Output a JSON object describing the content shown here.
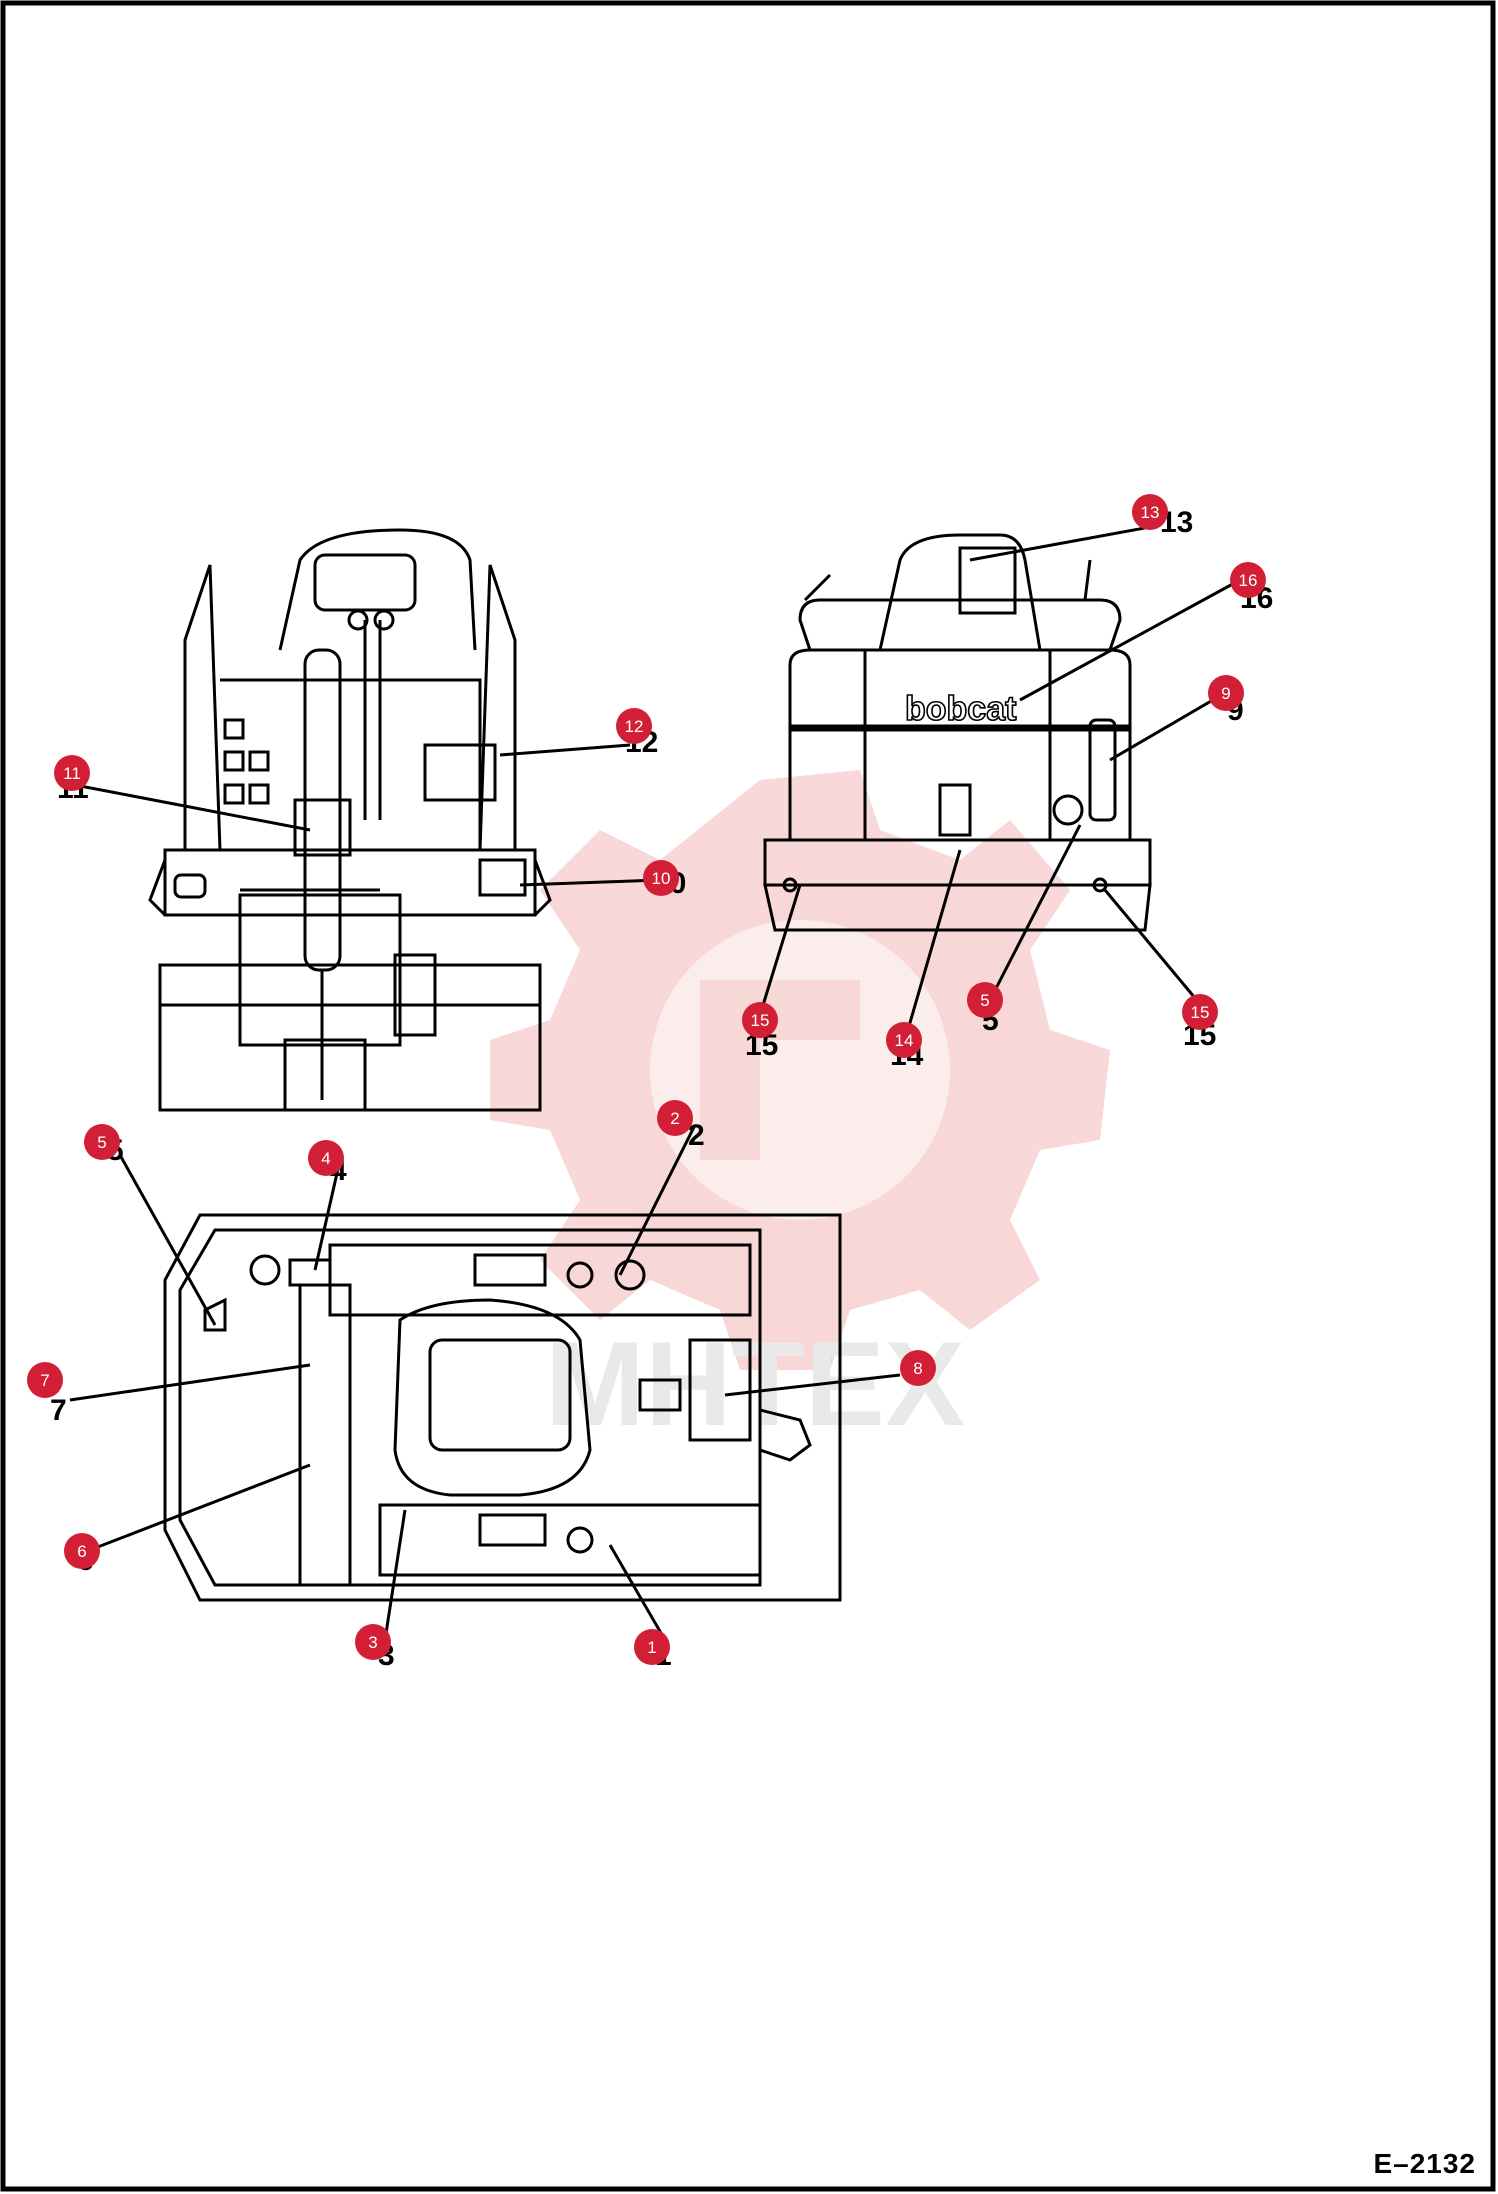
{
  "page": {
    "document_id": "E–2132",
    "brand_logo_text": "bobcat",
    "watermark_text": "MHTEX"
  },
  "callouts": {
    "c1": "1",
    "c2": "2",
    "c3": "3",
    "c4": "4",
    "c5a": "5",
    "c5b": "5",
    "c6": "6",
    "c7": "7",
    "c8": "8",
    "c9": "9",
    "c10": "10",
    "c11": "11",
    "c12": "12",
    "c13": "13",
    "c14": "14",
    "c15a": "15",
    "c15b": "15",
    "c16": "16"
  },
  "colors": {
    "callout_fill": "#d31f35",
    "watermark": "#f3b8b8",
    "line": "#000000"
  }
}
